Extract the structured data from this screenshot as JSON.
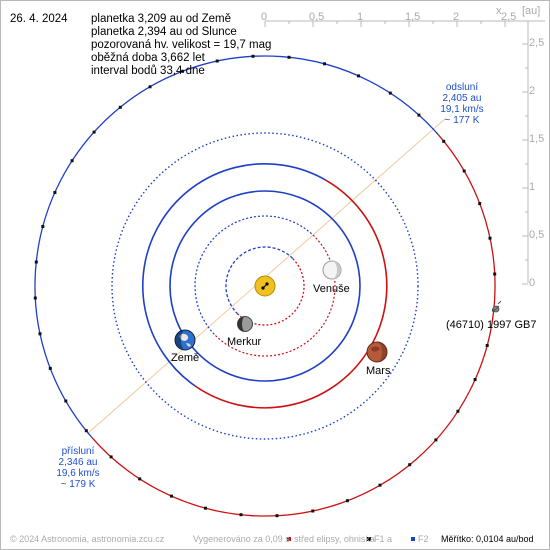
{
  "date": "26. 4. 2024",
  "info": {
    "line1": "planetka 3,209 au od Země",
    "line2": "planetka 2,394 au od Slunce",
    "line3": "pozorovaná hv. velikost = 19,7 mag",
    "line4": "oběžná doba 3,662 let",
    "line5": "interval bodů 33,4 dne"
  },
  "axes": {
    "x_label": "x",
    "unit_label": "[au]",
    "top_ticks": [
      "0",
      "0,5",
      "1",
      "1,5",
      "2",
      "2,5"
    ],
    "right_ticks": [
      "2,5",
      "2",
      "1,5",
      "1",
      "0,5",
      "0"
    ]
  },
  "planets": {
    "venus": "Venuše",
    "mercury": "Merkur",
    "earth": "Země",
    "mars": "Mars"
  },
  "asteroid": {
    "name": "(46710) 1997 GB7"
  },
  "aphelion": {
    "title": "odsluní",
    "distance": "2,405 au",
    "speed": "19,1 km/s",
    "temp": "~ 177 K"
  },
  "perihelion": {
    "title": "přísluní",
    "distance": "2,346 au",
    "speed": "19,6 km/s",
    "temp": "~ 179 K"
  },
  "footer": {
    "copyright": "© 2024 Astronomia, astronomia.zcu.cz",
    "generated": "Vygenerováno za 0,09 s",
    "legend_center": "střed elipsy, ohniska",
    "legend_f1": "F1 a",
    "legend_f2": "F2",
    "scale": "Měřítko: 0,0104 au/bod"
  },
  "colors": {
    "blue": "#1e3fc8",
    "red": "#cc1111",
    "axis": "#b8b8b8",
    "apsis_line": "#f2c8a0",
    "label_blue": "#1e4fd0"
  }
}
